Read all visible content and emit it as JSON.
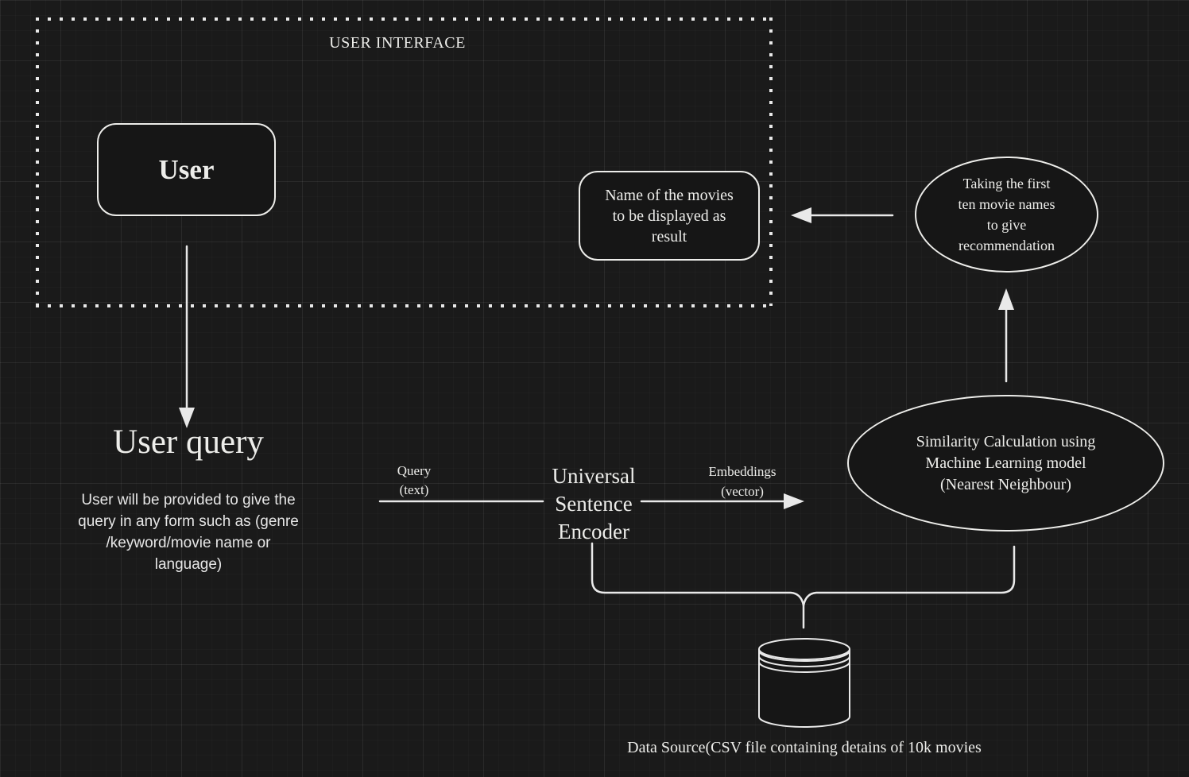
{
  "colors": {
    "background": "#1a1a1a",
    "stroke": "#e9e9e9",
    "text": "#ededea",
    "shape_fill": "#161616"
  },
  "frame": {
    "title": "USER INTERFACE"
  },
  "nodes": {
    "user_box": {
      "label": "User"
    },
    "result_box": {
      "lines": [
        "Name of the movies",
        "to be displayed as",
        "result"
      ]
    },
    "taking_ellipse": {
      "lines": [
        "Taking the first",
        "ten movie names",
        "to give",
        "recommendation"
      ]
    },
    "user_query": {
      "title": "User query",
      "description_lines": [
        "User will be provided to give the",
        "query in any form such as (genre",
        "/keyword/movie name or",
        "language)"
      ]
    },
    "encoder": {
      "lines": [
        "Universal",
        "Sentence",
        "Encoder"
      ]
    },
    "similarity_ellipse": {
      "lines": [
        "Similarity Calculation using",
        "Machine Learning model",
        "(Nearest Neighbour)"
      ]
    },
    "data_source": {
      "caption": "Data Source(CSV file containing detains of 10k movies",
      "icon": "database-cylinder-icon"
    }
  },
  "edge_labels": {
    "query": {
      "lines": [
        "Query",
        "(text)"
      ]
    },
    "embeddings": {
      "lines": [
        "Embeddings",
        "(vector)"
      ]
    }
  }
}
